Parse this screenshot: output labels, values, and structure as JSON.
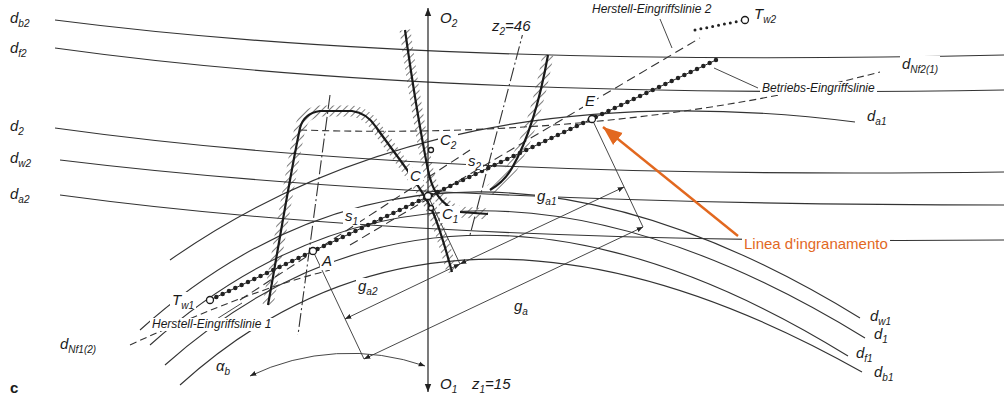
{
  "diagram": {
    "labels": [
      "db2",
      "df2",
      "O2",
      "z2=46",
      "Herstell-Eingriffslinie 2",
      "Tw2",
      "dNf2(1)",
      "Betriebs-Eingriffslinie",
      "d2",
      "dw2",
      "C2",
      "E",
      "s2",
      "C",
      "da1",
      "da2",
      "s1",
      "C1",
      "A",
      "Tw1",
      "Herstell-Eingriffslinie 1",
      "ga2",
      "ga1",
      "ga",
      "dw1",
      "d1",
      "df1",
      "db1",
      "dNf1(2)",
      "αb",
      "O1",
      "z1=15",
      "c",
      "Linea d'ingranamento"
    ]
  }
}
